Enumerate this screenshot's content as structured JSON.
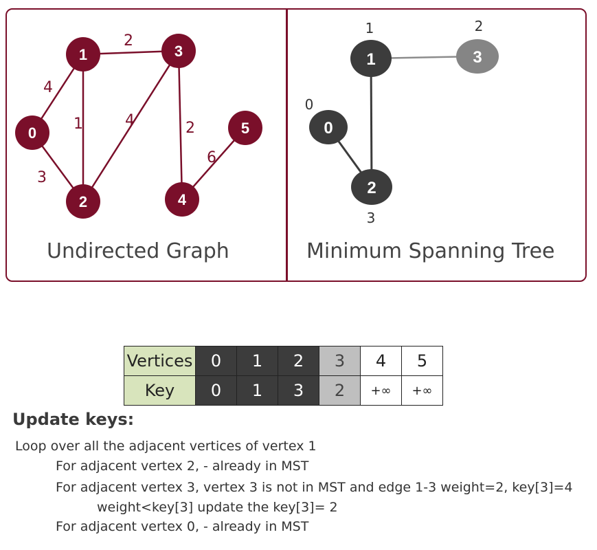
{
  "graph": {
    "caption": "Undirected Graph",
    "color": "#7a0f2a",
    "nodes": [
      "0",
      "1",
      "2",
      "3",
      "4",
      "5"
    ],
    "edge_weights": {
      "e01": "4",
      "e13": "2",
      "e12": "1",
      "e23": "4",
      "e02": "3",
      "e34": "2",
      "e45": "6"
    }
  },
  "mst": {
    "caption": "Minimum Spanning Tree",
    "nodes": [
      "0",
      "1",
      "2",
      "3"
    ],
    "keys": {
      "k0": "0",
      "k1": "1",
      "k2": "3",
      "k3": "2"
    },
    "colors": {
      "in_mst": "#3c3c3c",
      "candidate": "#858585"
    }
  },
  "table": {
    "vertices_label": "Vertices",
    "key_label": "Key",
    "vertices": [
      "0",
      "1",
      "2",
      "3",
      "4",
      "5"
    ],
    "keys": [
      "0",
      "1",
      "3",
      "2",
      "+∞",
      "+∞"
    ]
  },
  "update": {
    "title": "Update keys:",
    "lines": [
      "Loop over all the adjacent vertices of vertex 1",
      "For adjacent vertex 2, - already in MST",
      "For adjacent vertex 3, vertex 3 is not in MST and edge 1-3 weight=2, key[3]=4",
      "weight<key[3] update the key[3]= 2",
      "For adjacent vertex 0, - already in MST"
    ]
  }
}
